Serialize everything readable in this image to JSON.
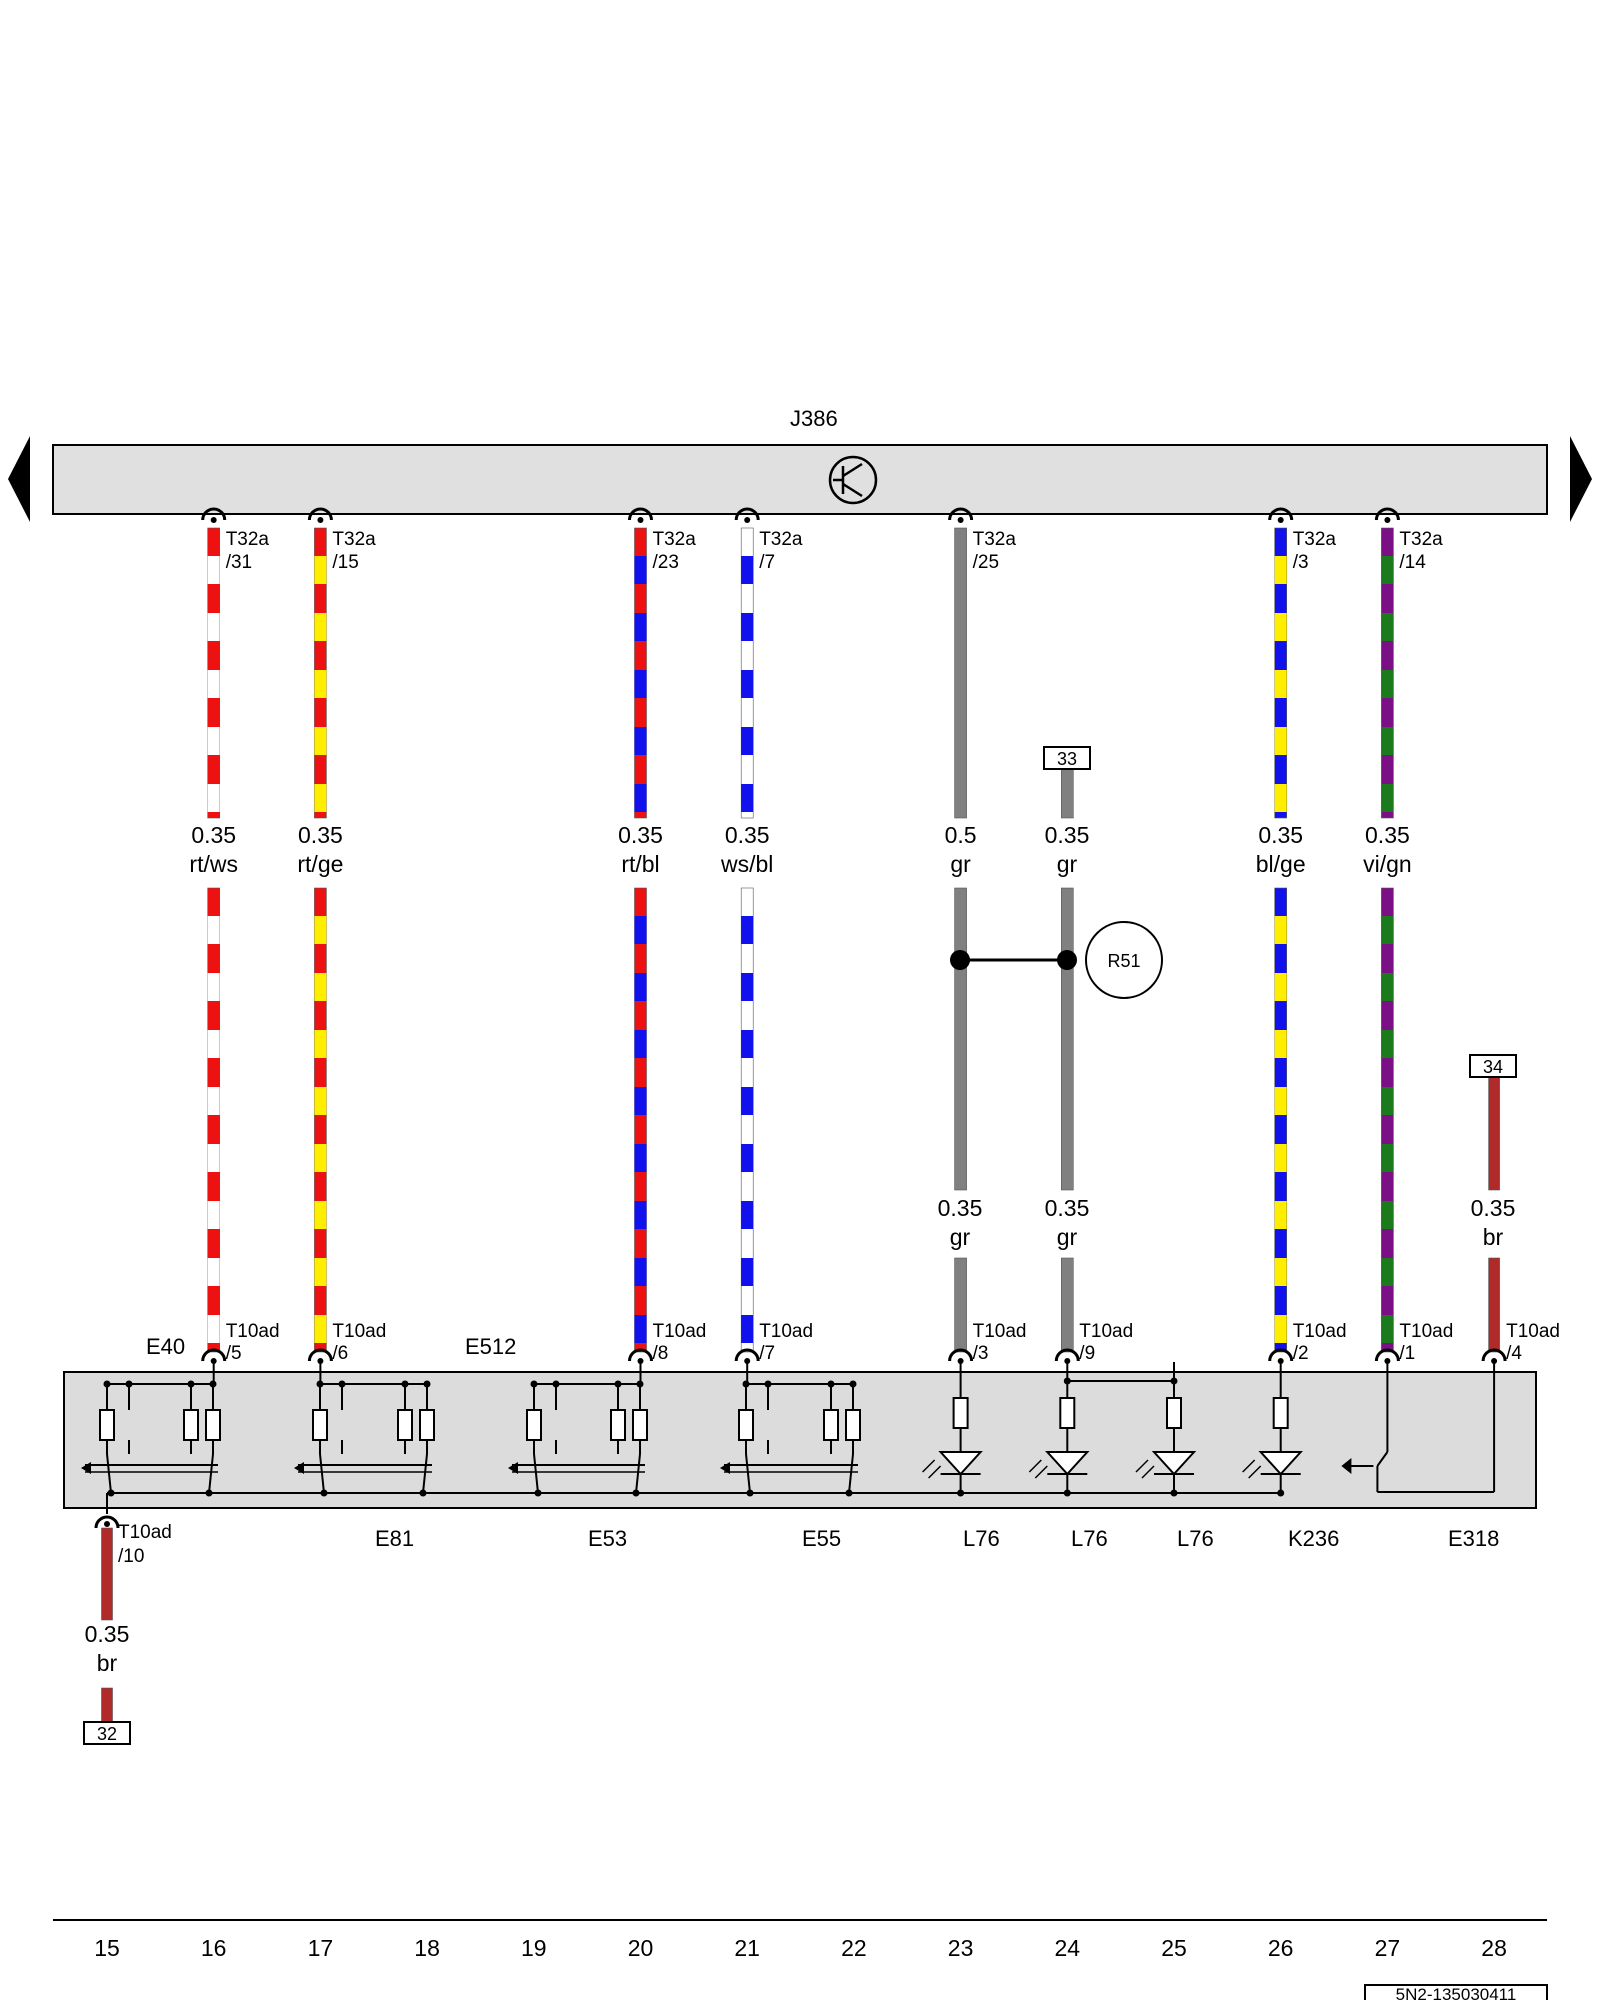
{
  "title": "J386",
  "colors": {
    "rt": "#ee1111",
    "ws": "#ffffff",
    "ge": "#ffee00",
    "bl": "#1111ee",
    "gr": "#808080",
    "vi": "#7a0f86",
    "gn": "#1b7a1b",
    "br": "#b02a2a",
    "housing": "#dcdcdc",
    "bar": "#e0e0e0"
  },
  "nav": {
    "left_arrow_icon": "triangle-left-icon",
    "right_arrow_icon": "triangle-right-icon"
  },
  "control_unit": {
    "label": "J386",
    "symbol_icon": "transistor-icon"
  },
  "wires_top": [
    {
      "id": "w16",
      "col": 16,
      "conn": "T32a",
      "pin": "/31",
      "size": "0.35",
      "color": "rt/ws",
      "c1": "rt",
      "c2": "ws"
    },
    {
      "id": "w17",
      "col": 17,
      "conn": "T32a",
      "pin": "/15",
      "size": "0.35",
      "color": "rt/ge",
      "c1": "rt",
      "c2": "ge"
    },
    {
      "id": "w20",
      "col": 20,
      "conn": "T32a",
      "pin": "/23",
      "size": "0.35",
      "color": "rt/bl",
      "c1": "rt",
      "c2": "bl"
    },
    {
      "id": "w21",
      "col": 21,
      "conn": "T32a",
      "pin": "/7",
      "size": "0.35",
      "color": "ws/bl",
      "c1": "ws",
      "c2": "bl"
    },
    {
      "id": "w23",
      "col": 23,
      "conn": "T32a",
      "pin": "/25",
      "size": "0.5",
      "color": "gr",
      "c1": "gr",
      "c2": "gr"
    },
    {
      "id": "w26",
      "col": 26,
      "conn": "T32a",
      "pin": "/3",
      "size": "0.35",
      "color": "bl/ge",
      "c1": "bl",
      "c2": "ge"
    },
    {
      "id": "w27",
      "col": 27,
      "conn": "T32a",
      "pin": "/14",
      "size": "0.35",
      "color": "vi/gn",
      "c1": "vi",
      "c2": "gn"
    }
  ],
  "ref_boxes": [
    {
      "id": "ref33",
      "label": "33"
    },
    {
      "id": "ref34",
      "label": "34"
    },
    {
      "id": "ref32",
      "label": "32"
    }
  ],
  "wire24_upper": {
    "size": "0.35",
    "color": "gr"
  },
  "wire23_lower": {
    "size": "0.35",
    "color": "gr"
  },
  "wire24_lower": {
    "size": "0.35",
    "color": "gr"
  },
  "wire28": {
    "size": "0.35",
    "color": "br"
  },
  "wire15": {
    "size": "0.35",
    "color": "br",
    "conn": "T10ad",
    "pin": "/10"
  },
  "r51": "R51",
  "bottom_pins": [
    {
      "id": "p16",
      "conn": "T10ad",
      "pin": "/5"
    },
    {
      "id": "p17",
      "conn": "T10ad",
      "pin": "/6"
    },
    {
      "id": "p20",
      "conn": "T10ad",
      "pin": "/8"
    },
    {
      "id": "p21",
      "conn": "T10ad",
      "pin": "/7"
    },
    {
      "id": "p23",
      "conn": "T10ad",
      "pin": "/3"
    },
    {
      "id": "p24",
      "conn": "T10ad",
      "pin": "/9"
    },
    {
      "id": "p26",
      "conn": "T10ad",
      "pin": "/2"
    },
    {
      "id": "p27",
      "conn": "T10ad",
      "pin": "/1"
    },
    {
      "id": "p28",
      "conn": "T10ad",
      "pin": "/4"
    }
  ],
  "housing": {
    "label_left": "E40",
    "label_mid": "E512"
  },
  "components": [
    "E81",
    "E53",
    "E55",
    "L76",
    "L76",
    "L76",
    "K236",
    "E318"
  ],
  "columns": [
    "15",
    "16",
    "17",
    "18",
    "19",
    "20",
    "21",
    "22",
    "23",
    "24",
    "25",
    "26",
    "27",
    "28"
  ],
  "doc_number": "5N2-135030411"
}
